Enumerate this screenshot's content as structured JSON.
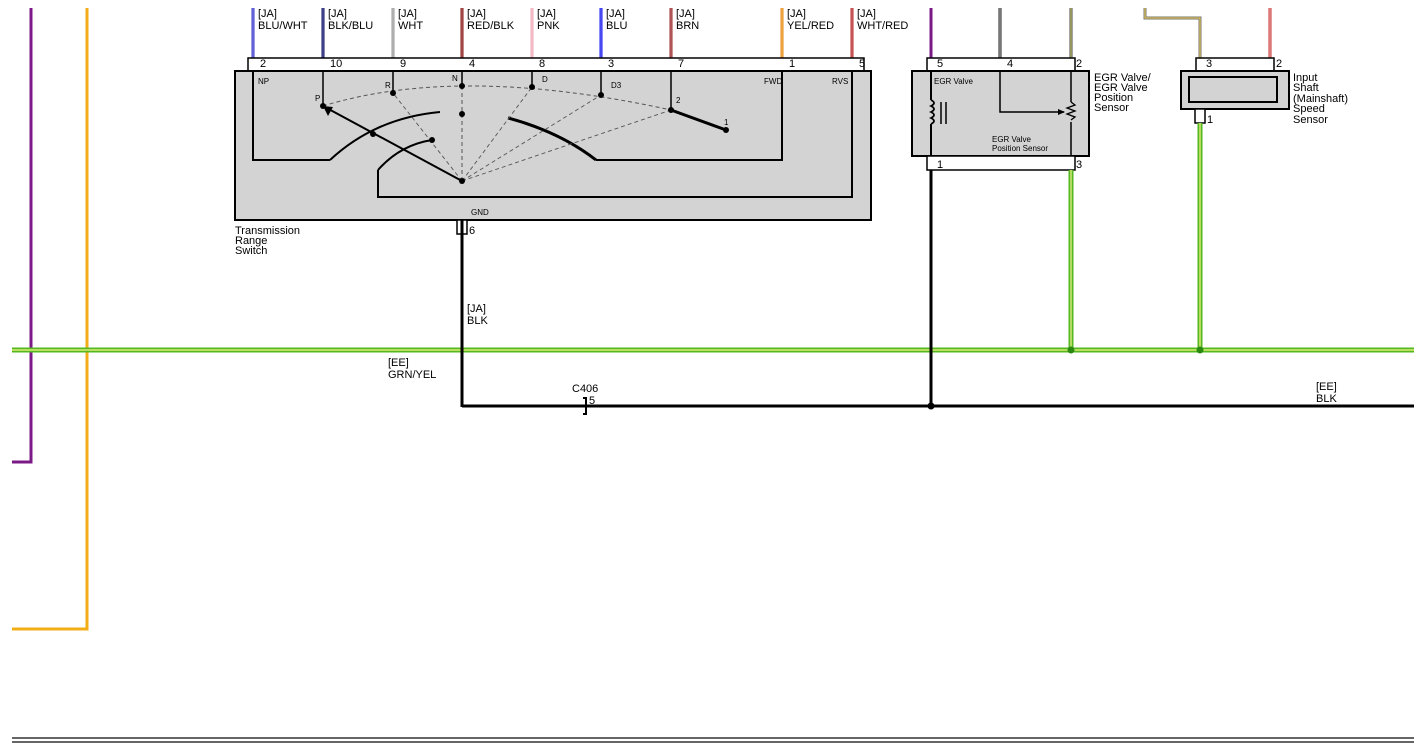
{
  "colors": {
    "purple": "#7b1a86",
    "orange": "#f2ad17",
    "blu_wht": "#3a3acc",
    "blk_blu": "#10106b",
    "wht": "#9a9a9a",
    "red_blk": "#8a1515",
    "pnk": "#f0a8b8",
    "blu": "#1a1af0",
    "brn": "#9b2a2a",
    "yel_red": "#e88a10",
    "wht_red": "#b82a2a",
    "grn_yel": "#55b820",
    "blk": "#000000",
    "dark_red": "#c83030",
    "component": "#d3d3d3"
  },
  "trs": {
    "name_lines": [
      "Transmission",
      "Range",
      "Switch"
    ],
    "gnd_label": "GND",
    "gnd_pin": "6",
    "wires": [
      {
        "code": "[JA]",
        "color": "BLU/WHT",
        "pin": "2",
        "term": "NP",
        "key": "blu_wht"
      },
      {
        "code": "[JA]",
        "color": "BLK/BLU",
        "pin": "10",
        "term": "P",
        "key": "blk_blu"
      },
      {
        "code": "[JA]",
        "color": "WHT",
        "pin": "9",
        "term": "R",
        "key": "wht"
      },
      {
        "code": "[JA]",
        "color": "RED/BLK",
        "pin": "4",
        "term": "N",
        "key": "red_blk"
      },
      {
        "code": "[JA]",
        "color": "PNK",
        "pin": "8",
        "term": "D",
        "key": "pnk"
      },
      {
        "code": "[JA]",
        "color": "BLU",
        "pin": "3",
        "term": "D3",
        "key": "blu"
      },
      {
        "code": "[JA]",
        "color": "BRN",
        "pin": "7",
        "term": "2",
        "key": "brn"
      },
      {
        "code": "[JA]",
        "color": "YEL/RED",
        "pin": "1",
        "term": "FWD",
        "key": "yel_red"
      },
      {
        "code": "[JA]",
        "color": "WHT/RED",
        "pin": "5",
        "term": "RVS",
        "key": "wht_red"
      }
    ],
    "contact_1": "1"
  },
  "egr": {
    "name_lines": [
      "EGR Valve/",
      "EGR Valve",
      "Position",
      "Sensor"
    ],
    "inner_valve": "EGR Valve",
    "inner_sensor_lines": [
      "EGR Valve",
      "Position Sensor"
    ],
    "pins_top": [
      "5",
      "4",
      "2"
    ],
    "pins_bottom": [
      "1",
      "3"
    ]
  },
  "iss": {
    "name_lines": [
      "Input",
      "Shaft",
      "(Mainshaft)",
      "Speed",
      "Sensor"
    ],
    "pins_top": [
      "3",
      "2"
    ],
    "pin_bottom": "1"
  },
  "wires": {
    "gnd_code": "[JA]",
    "gnd_color": "BLK",
    "grn_code": "[EE]",
    "grn_color": "GRN/YEL",
    "blk_code": "[EE]",
    "blk_color": "BLK"
  },
  "connector": {
    "name": "C406",
    "pin": "5"
  }
}
